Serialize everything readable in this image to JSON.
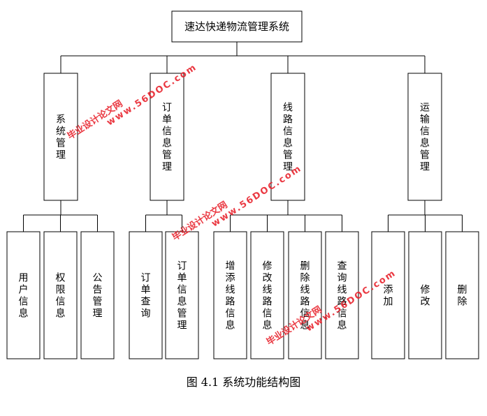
{
  "root": {
    "label": "速达快递物流管理系统"
  },
  "modules": [
    {
      "label": "系统管理",
      "children": [
        "用户信息",
        "权限信息",
        "公告管理"
      ]
    },
    {
      "label": "订单信息管理",
      "children": [
        "订单查询",
        "订单信息管理"
      ]
    },
    {
      "label": "线路信息管理",
      "children": [
        "增添线路信息",
        "修改线路信息",
        "删除线路信息",
        "查询线路信息"
      ]
    },
    {
      "label": "运输信息管理",
      "children": [
        "添加",
        "修改",
        "删除"
      ]
    }
  ],
  "caption": "图 4.1  系统功能结构图",
  "watermark": {
    "cn": "毕业设计论文网",
    "en": "www.56DOC.com",
    "color": "#e8242e"
  }
}
